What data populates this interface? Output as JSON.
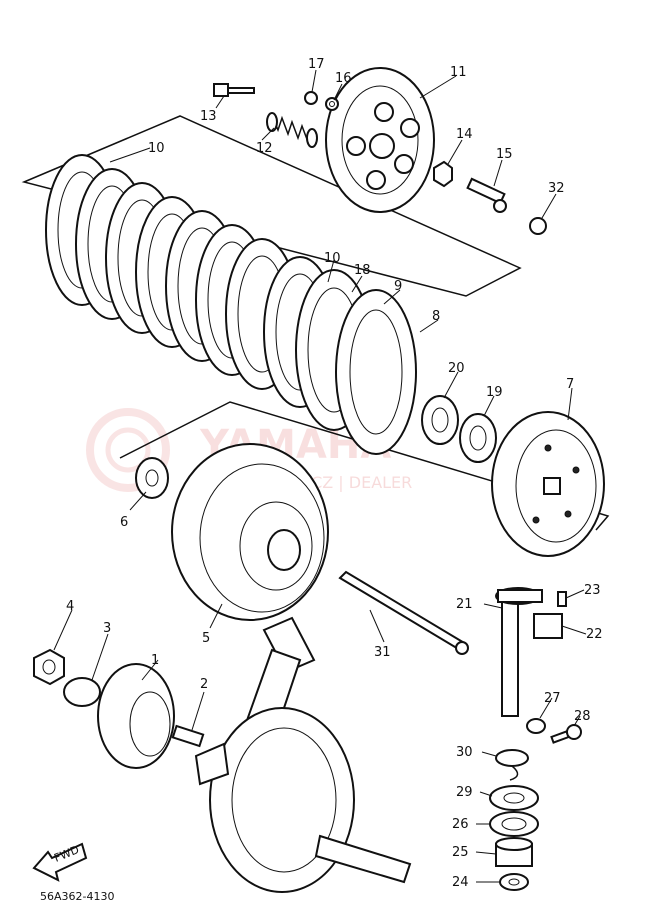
{
  "diagram": {
    "drawing_code": "56A362-4130",
    "fwd_label": "FWD",
    "watermark": {
      "brand": "YAMAHA",
      "sub": "KLIMOWICZ | DEALER"
    },
    "callouts": [
      {
        "id": "c1",
        "text": "1"
      },
      {
        "id": "c2",
        "text": "2"
      },
      {
        "id": "c3",
        "text": "3"
      },
      {
        "id": "c4",
        "text": "4"
      },
      {
        "id": "c5",
        "text": "5"
      },
      {
        "id": "c6",
        "text": "6"
      },
      {
        "id": "c7",
        "text": "7"
      },
      {
        "id": "c8",
        "text": "8"
      },
      {
        "id": "c9",
        "text": "9"
      },
      {
        "id": "c10a",
        "text": "10"
      },
      {
        "id": "c10b",
        "text": "10"
      },
      {
        "id": "c11",
        "text": "11"
      },
      {
        "id": "c12",
        "text": "12"
      },
      {
        "id": "c13",
        "text": "13"
      },
      {
        "id": "c14",
        "text": "14"
      },
      {
        "id": "c15",
        "text": "15"
      },
      {
        "id": "c16",
        "text": "16"
      },
      {
        "id": "c17",
        "text": "17"
      },
      {
        "id": "c18",
        "text": "18"
      },
      {
        "id": "c19",
        "text": "19"
      },
      {
        "id": "c20",
        "text": "20"
      },
      {
        "id": "c21",
        "text": "21"
      },
      {
        "id": "c22",
        "text": "22"
      },
      {
        "id": "c23",
        "text": "23"
      },
      {
        "id": "c24",
        "text": "24"
      },
      {
        "id": "c25",
        "text": "25"
      },
      {
        "id": "c26",
        "text": "26"
      },
      {
        "id": "c27",
        "text": "27"
      },
      {
        "id": "c28",
        "text": "28"
      },
      {
        "id": "c29",
        "text": "29"
      },
      {
        "id": "c30",
        "text": "30"
      },
      {
        "id": "c31",
        "text": "31"
      },
      {
        "id": "c32",
        "text": "32"
      }
    ]
  }
}
